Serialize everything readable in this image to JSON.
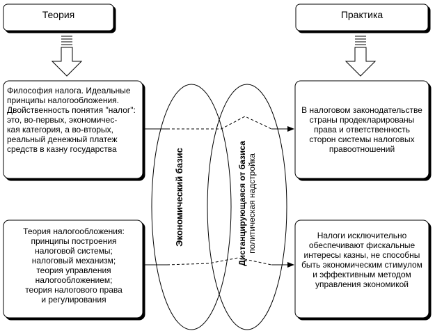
{
  "headers": {
    "theory": "Теория",
    "practice": "Практика"
  },
  "ellipses": {
    "left": "Экономический базис",
    "right_line1": "Дистанцирующаяся от базиса",
    "right_line2": "политическая надстройка"
  },
  "theory_boxes": [
    {
      "text": "Философия налога. Идеальные\nпринципы налогообложения.\nДвойственность понятия \"налог\":\nэто, во-первых, экономичес-\nкая категория, а во-вторых,\nреальный денежный платеж\nсредств в казну государства"
    },
    {
      "text": "Теория налогообложения:\nпринципы построения\nналоговой системы;\nналоговый механизм;\nтеория управления\nналогообложением;\nтеория налогового права\nи регулирования"
    }
  ],
  "practice_boxes": [
    {
      "text": "В налоговом законодательстве\nстраны продекларированы\nправа и ответственность\nсторон системы налоговых\nправоотношений"
    },
    {
      "text": "Налоги исключительно\nобеспечивают фискальные\nинтересы казны, не способны\nбыть экономическим стимулом\nи эффективным методом\nуправления экономикой"
    }
  ]
}
